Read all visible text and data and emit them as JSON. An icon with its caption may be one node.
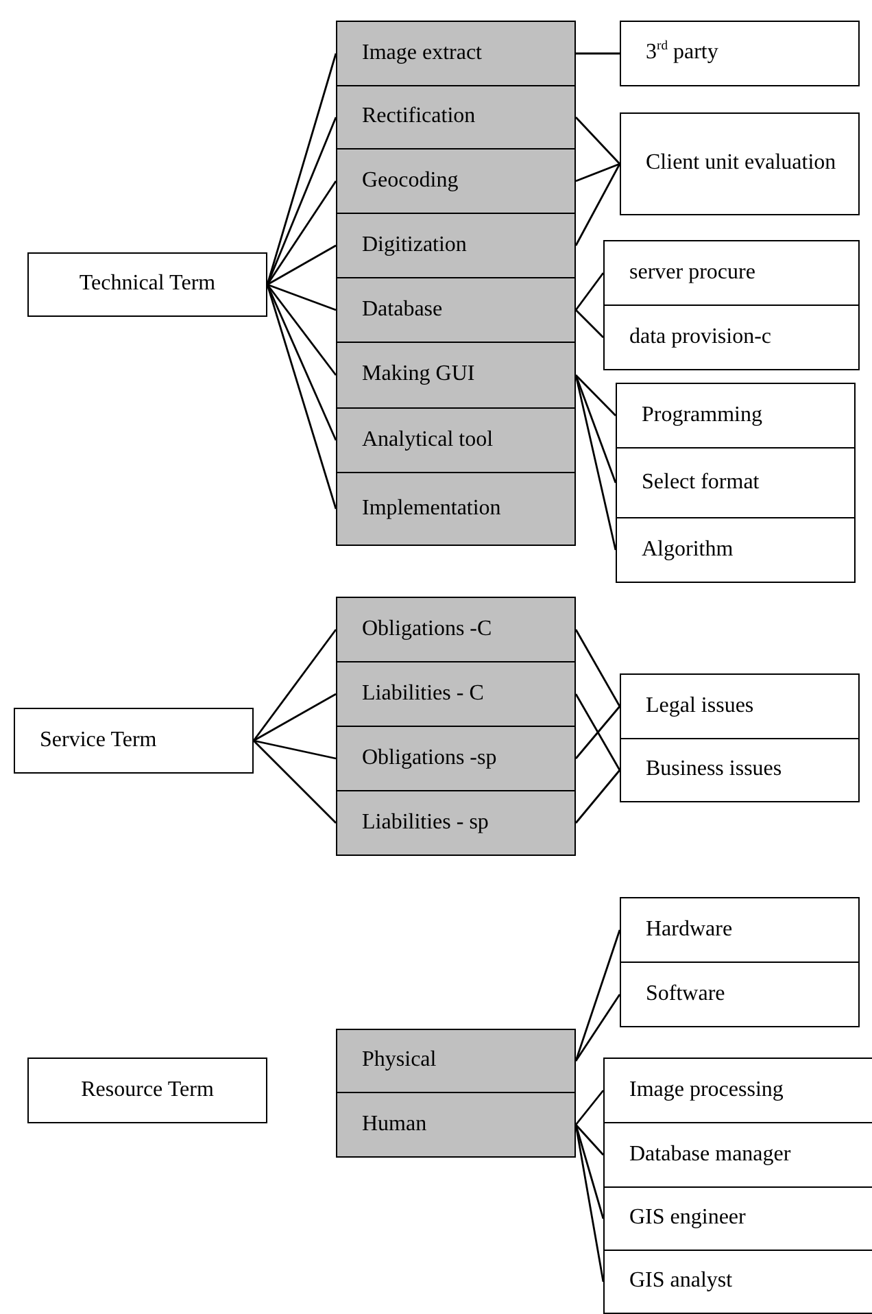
{
  "diagram": {
    "nodes": [
      {
        "text": [
          "Technical Term"
        ]
      },
      {
        "text": [
          "Image extract"
        ]
      },
      {
        "text": [
          "Rectification"
        ]
      },
      {
        "text": [
          "Geocoding"
        ]
      },
      {
        "text": [
          "Digitization"
        ]
      },
      {
        "text": [
          "Database"
        ]
      },
      {
        "text": [
          "Making GUI"
        ]
      },
      {
        "text": [
          "Analytical tool"
        ]
      },
      {
        "text": [
          "Implementation"
        ]
      },
      {
        "text": [
          "3$^{rd}$ party"
        ]
      },
      {
        "text": [
          "Client unit evaluation"
        ]
      },
      {
        "text": [
          "server procure"
        ]
      },
      {
        "text": [
          "data provision-c"
        ]
      },
      {
        "text": [
          "Programming"
        ]
      },
      {
        "text": [
          "Select format"
        ]
      },
      {
        "text": [
          "Algorithm"
        ]
      },
      {
        "text": [
          "Service Term"
        ]
      },
      {
        "text": [
          "Obligations -C"
        ]
      },
      {
        "text": [
          "Liabilities - C"
        ]
      },
      {
        "text": [
          "Obligations -sp"
        ]
      },
      {
        "text": [
          "Liabilities - sp"
        ]
      },
      {
        "text": [
          "Legal issues"
        ]
      },
      {
        "text": [
          "Business issues"
        ]
      },
      {
        "text": [
          "Resource Term"
        ]
      },
      {
        "text": [
          "Physical"
        ]
      },
      {
        "text": [
          "Human"
        ]
      },
      {
        "text": [
          "Hardware"
        ]
      },
      {
        "text": [
          "Software"
        ]
      },
      {
        "text": [
          "Image processing"
        ]
      },
      {
        "text": [
          "Database manager"
        ]
      },
      {
        "text": [
          "GIS engineer"
        ]
      },
      {
        "text": [
          "GIS analyst"
        ]
      }
    ],
    "edges": [
      {
        "from": 0,
        "to": 1,
        "arrow": "none"
      },
      {
        "from": 0,
        "to": 2,
        "arrow": "none"
      },
      {
        "from": 0,
        "to": 3,
        "arrow": "none"
      },
      {
        "from": 0,
        "to": 4,
        "arrow": "none"
      },
      {
        "from": 0,
        "to": 5,
        "arrow": "none"
      },
      {
        "from": 0,
        "to": 6,
        "arrow": "none"
      },
      {
        "from": 0,
        "to": 7,
        "arrow": "none"
      },
      {
        "from": 0,
        "to": 8,
        "arrow": "none"
      },
      {
        "from": 1,
        "to": 9,
        "arrow": "none"
      },
      {
        "from": 2,
        "to": 10,
        "arrow": "none"
      },
      {
        "from": 3,
        "to": 10,
        "arrow": "none"
      },
      {
        "from": 4,
        "to": 10,
        "arrow": "none"
      },
      {
        "from": 5,
        "to": 11,
        "arrow": "none"
      },
      {
        "from": 5,
        "to": 12,
        "arrow": "none"
      },
      {
        "from": 6,
        "to": 13,
        "arrow": "none"
      },
      {
        "from": 6,
        "to": 14,
        "arrow": "none"
      },
      {
        "from": 6,
        "to": 15,
        "arrow": "none"
      },
      {
        "from": 16,
        "to": 17,
        "arrow": "none"
      },
      {
        "from": 16,
        "to": 18,
        "arrow": "none"
      },
      {
        "from": 16,
        "to": 19,
        "arrow": "none"
      },
      {
        "from": 16,
        "to": 20,
        "arrow": "none"
      },
      {
        "from": 17,
        "to": 21,
        "arrow": "none"
      },
      {
        "from": 18,
        "to": 22,
        "arrow": "none"
      },
      {
        "from": 19,
        "to": 21,
        "arrow": "none"
      },
      {
        "from": 20,
        "to": 22,
        "arrow": "none"
      },
      {
        "from": 24,
        "to": 26,
        "arrow": "none"
      },
      {
        "from": 24,
        "to": 27,
        "arrow": "none"
      },
      {
        "from": 25,
        "to": 28,
        "arrow": "none"
      },
      {
        "from": 25,
        "to": 29,
        "arrow": "none"
      },
      {
        "from": 25,
        "to": 30,
        "arrow": "none"
      },
      {
        "from": 25,
        "to": 31,
        "arrow": "none"
      }
    ]
  }
}
